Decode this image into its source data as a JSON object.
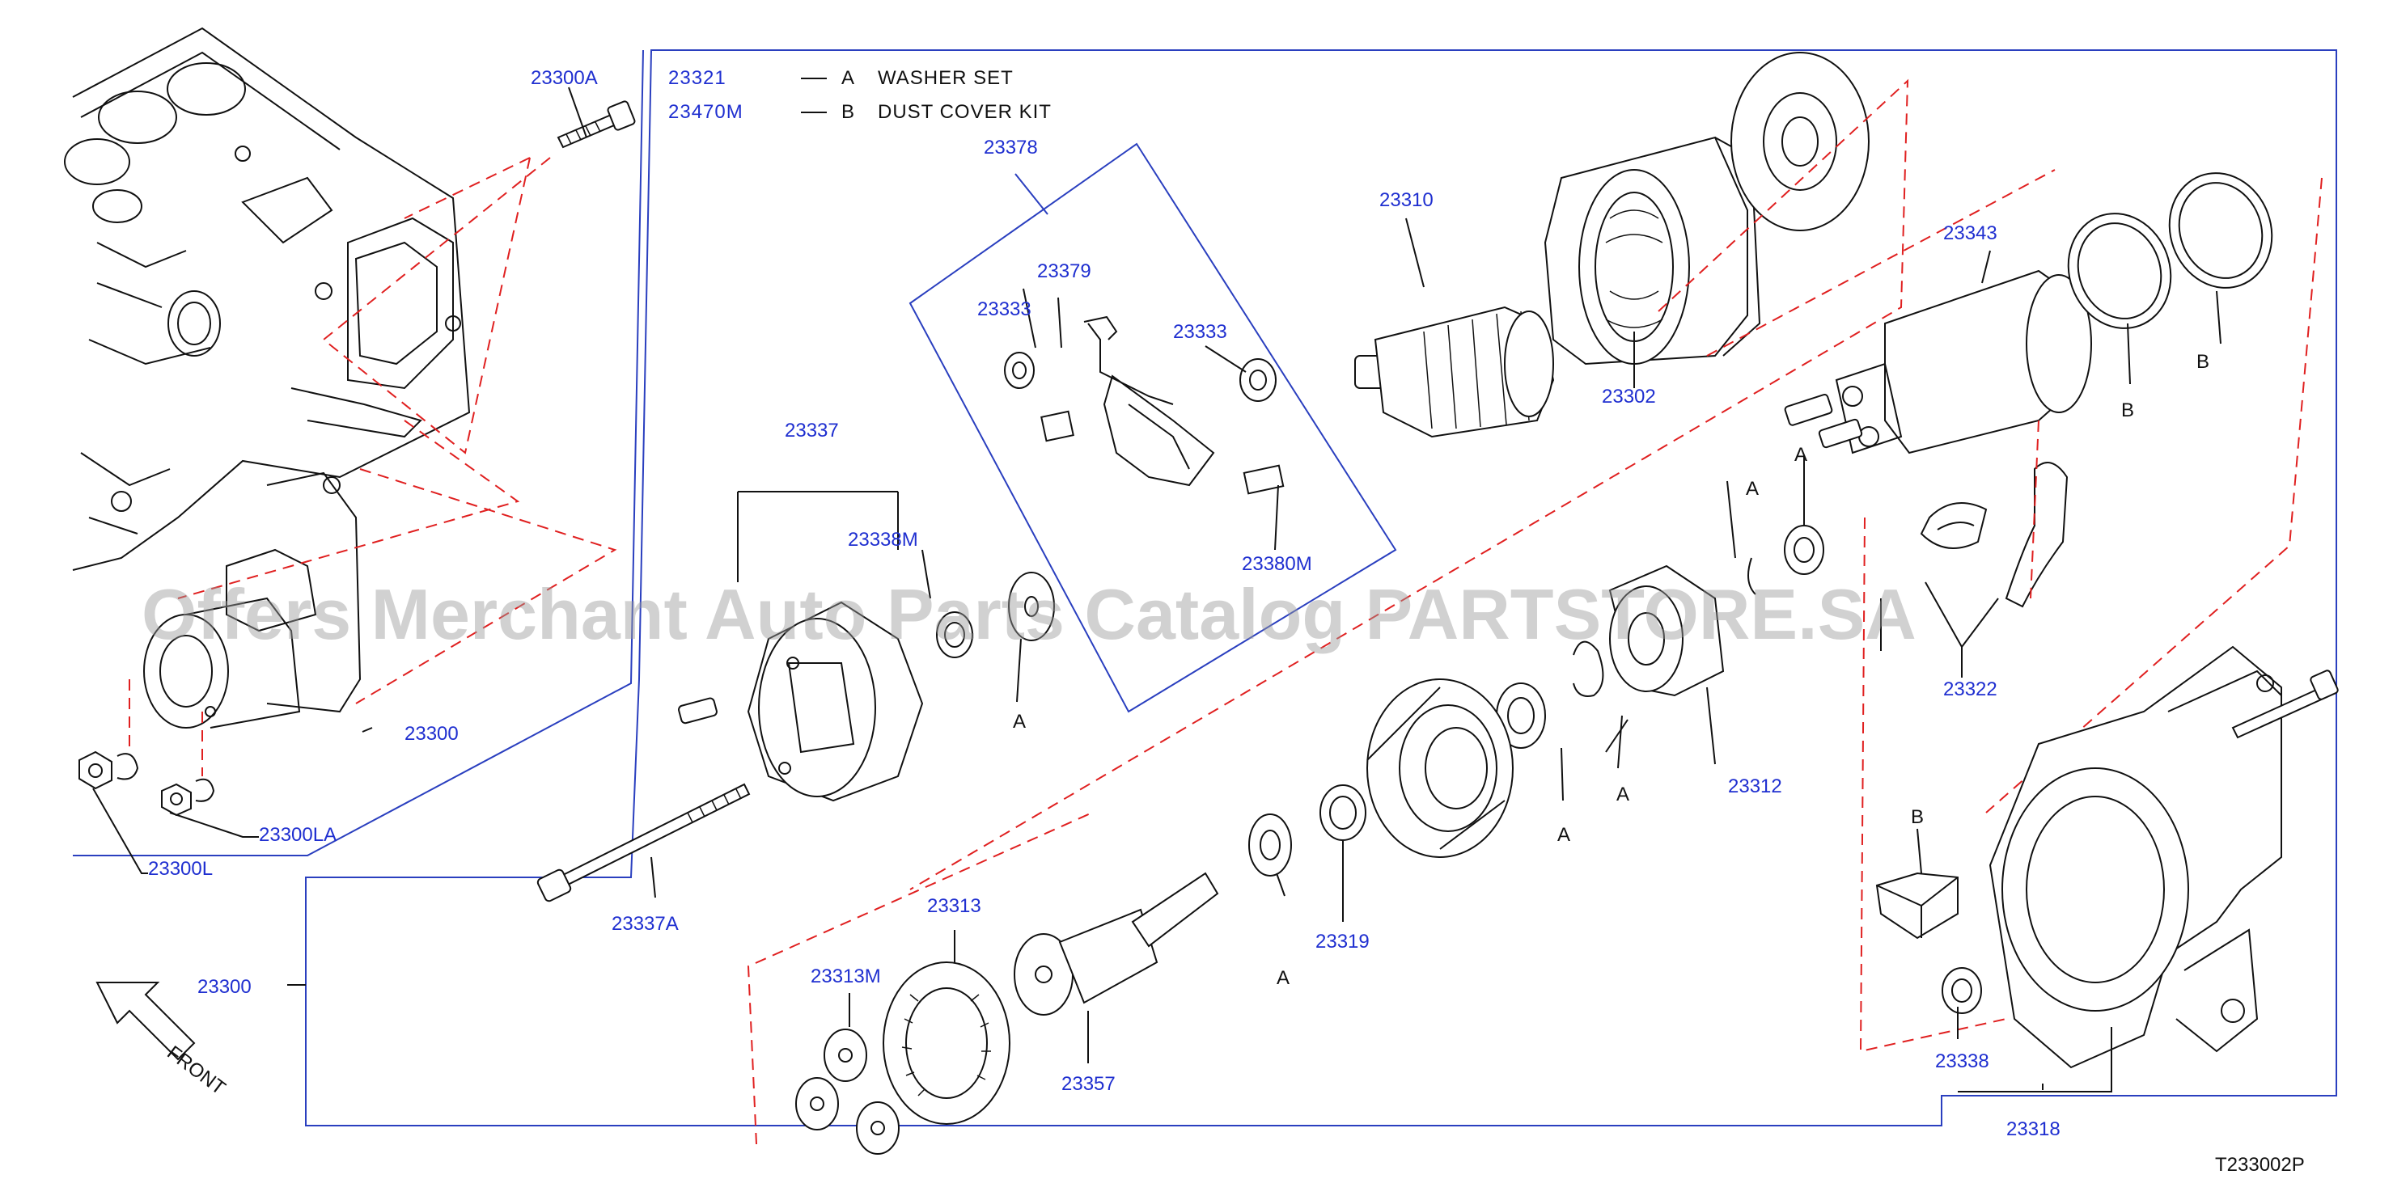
{
  "diagram": {
    "legend": [
      {
        "code": "23321",
        "key": "A",
        "text": "WASHER  SET"
      },
      {
        "code": "23470M",
        "key": "B",
        "text": "DUST  COVER  KIT"
      }
    ],
    "parts": {
      "p23300A": "23300A",
      "p23300": "23300",
      "p23300L": "23300L",
      "p23300LA": "23300LA",
      "p23300_main": "23300",
      "p23378": "23378",
      "p23379": "23379",
      "p23333a": "23333",
      "p23333b": "23333",
      "p23380M": "23380M",
      "p23310": "23310",
      "p23302": "23302",
      "p23343": "23343",
      "p23337": "23337",
      "p23338M": "23338M",
      "p23337A": "23337A",
      "p23312": "23312",
      "p23322": "23322",
      "p23313": "23313",
      "p23313M": "23313M",
      "p23357": "23357",
      "p23319": "23319",
      "p23338": "23338",
      "p23318": "23318"
    },
    "markers": {
      "a1": "A",
      "a2": "A",
      "a3": "A",
      "a4": "A",
      "a5": "A",
      "a6": "A",
      "a7": "A",
      "b1": "B",
      "b2": "B",
      "b3": "B"
    },
    "front_label": "FRONT",
    "diagram_id": "T233002P",
    "watermark": "Offers Merchant Auto Parts Catalog PARTSTORE.SA",
    "colors": {
      "callout": "#1f2fd0",
      "frame": "#2a3fbf",
      "dashed": "#e02020",
      "ink": "#111111"
    }
  }
}
